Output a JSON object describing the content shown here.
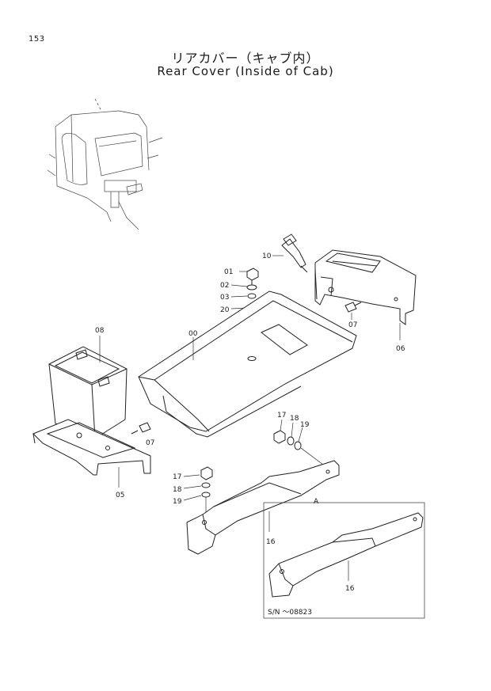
{
  "page": {
    "number": "153",
    "title_jp": "リアカバー（キャブ内）",
    "title_en": "Rear Cover (Inside of Cab)"
  },
  "callouts": {
    "p01": "01",
    "p02": "02",
    "p03": "03",
    "p20": "20",
    "p10": "10",
    "p07a": "07",
    "p06": "06",
    "p00": "00",
    "p08": "08",
    "p07b": "07",
    "p05": "05",
    "p17a": "17",
    "p18a": "18",
    "p19a": "19",
    "p17b": "17",
    "p18b": "18",
    "p19b": "19",
    "p16a": "16",
    "p16b": "16",
    "refA": "A"
  },
  "inset": {
    "serial_note": "S/N ～08823"
  }
}
